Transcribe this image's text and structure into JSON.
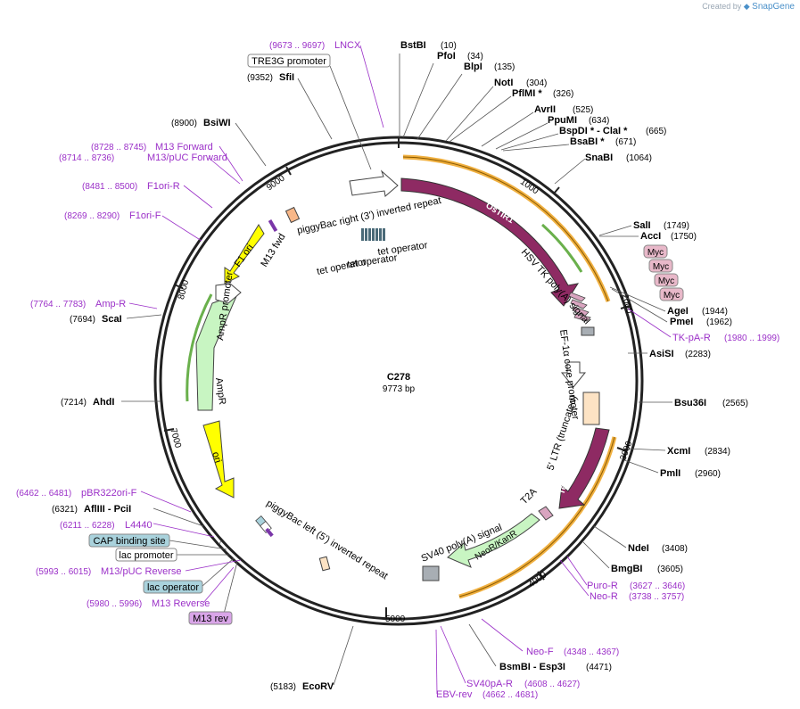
{
  "credit": {
    "prefix": "Created by",
    "brand": "SnapGene"
  },
  "plasmid": {
    "name": "C278",
    "length": "9773 bp"
  },
  "ticks": [
    "1000",
    "2000",
    "3000",
    "4000",
    "5000",
    "7000",
    "8000",
    "9000"
  ],
  "enzymes": [
    {
      "name": "BstBI",
      "pos": "(10)"
    },
    {
      "name": "PfoI",
      "pos": "(34)"
    },
    {
      "name": "BlpI",
      "pos": "(135)"
    },
    {
      "name": "NotI",
      "pos": "(304)"
    },
    {
      "name": "PflMI *",
      "pos": "(326)"
    },
    {
      "name": "AvrII",
      "pos": "(525)"
    },
    {
      "name": "PpuMI",
      "pos": "(634)"
    },
    {
      "name": "BspDI * - ClaI *",
      "pos": "(665)"
    },
    {
      "name": "BsaBI *",
      "pos": "(671)"
    },
    {
      "name": "SnaBI",
      "pos": "(1064)"
    },
    {
      "name": "SalI",
      "pos": "(1749)"
    },
    {
      "name": "AccI",
      "pos": "(1750)"
    },
    {
      "name": "AgeI",
      "pos": "(1944)"
    },
    {
      "name": "PmeI",
      "pos": "(1962)"
    },
    {
      "name": "AsiSI",
      "pos": "(2283)"
    },
    {
      "name": "Bsu36I",
      "pos": "(2565)"
    },
    {
      "name": "XcmI",
      "pos": "(2834)"
    },
    {
      "name": "PmlI",
      "pos": "(2960)"
    },
    {
      "name": "NdeI",
      "pos": "(3408)"
    },
    {
      "name": "BmgBI",
      "pos": "(3605)"
    },
    {
      "name": "BsmBI - Esp3I",
      "pos": "(4471)"
    },
    {
      "name": "EcoRV",
      "pos": "(5183)"
    },
    {
      "name": "AflIII - PciI",
      "pos": "(6321)"
    },
    {
      "name": "AhdI",
      "pos": "(7214)"
    },
    {
      "name": "ScaI",
      "pos": "(7694)"
    },
    {
      "name": "BsiWI",
      "pos": "(8900)"
    },
    {
      "name": "SfiI",
      "pos": "(9352)"
    }
  ],
  "primers": [
    {
      "name": "LNCX",
      "pos": "(9673 .. 9697)"
    },
    {
      "name": "M13 Forward",
      "pos": "(8728 .. 8745)"
    },
    {
      "name": "M13/pUC Forward",
      "pos": "(8714 .. 8736)"
    },
    {
      "name": "F1ori-R",
      "pos": "(8481 .. 8500)"
    },
    {
      "name": "F1ori-F",
      "pos": "(8269 .. 8290)"
    },
    {
      "name": "Amp-R",
      "pos": "(7764 .. 7783)"
    },
    {
      "name": "TK-pA-R",
      "pos": "(1980 .. 1999)"
    },
    {
      "name": "Puro-R",
      "pos": "(3627 .. 3646)"
    },
    {
      "name": "Neo-R",
      "pos": "(3738 .. 3757)"
    },
    {
      "name": "Neo-F",
      "pos": "(4348 .. 4367)"
    },
    {
      "name": "SV40pA-R",
      "pos": "(4608 .. 4627)"
    },
    {
      "name": "EBV-rev",
      "pos": "(4662 .. 4681)"
    },
    {
      "name": "pBR322ori-F",
      "pos": "(6462 .. 6481)"
    },
    {
      "name": "L4440",
      "pos": "(6211 .. 6228)"
    },
    {
      "name": "M13/pUC Reverse",
      "pos": "(5993 .. 6015)"
    },
    {
      "name": "M13 Reverse",
      "pos": "(5980 .. 5996)"
    }
  ],
  "boxed": {
    "tre3g": "TRE3G promoter",
    "cap": "CAP binding site",
    "lacp": "lac promoter",
    "laco": "lac operator",
    "m13rev": "M13 rev",
    "myc": "Myc"
  },
  "features": {
    "pb_right": "piggyBac right (3') inverted repeat",
    "ostir1": "OsTIR1",
    "hsv": "HSV TK poly(A) signal",
    "ef1a": "EF-1α core promoter",
    "ltr": "5' LTR (truncated)",
    "teton": "Tet-On® 3G",
    "t2a": "T2A",
    "neo": "NeoR/KanR",
    "sv40": "SV40 poly(A) signal",
    "pb_left": "piggyBac left (5') inverted repeat",
    "ori": "ori",
    "ampr": "AmpR",
    "ampr_prom": "AmpR promoter",
    "f1ori": "F1 ori",
    "m13fwd": "M13 fwd",
    "tetop1": "tet operator",
    "tetop2": "tet operator",
    "tetop3": "tet operator"
  },
  "colors": {
    "primer": "#9b30c8",
    "cds": "#8e2a63",
    "orange": "#f0b040",
    "yellow": "#ffff00",
    "ampr": "#c8f5c2",
    "box": "#a9d2dc",
    "mycbox": "#e8b8c9"
  }
}
